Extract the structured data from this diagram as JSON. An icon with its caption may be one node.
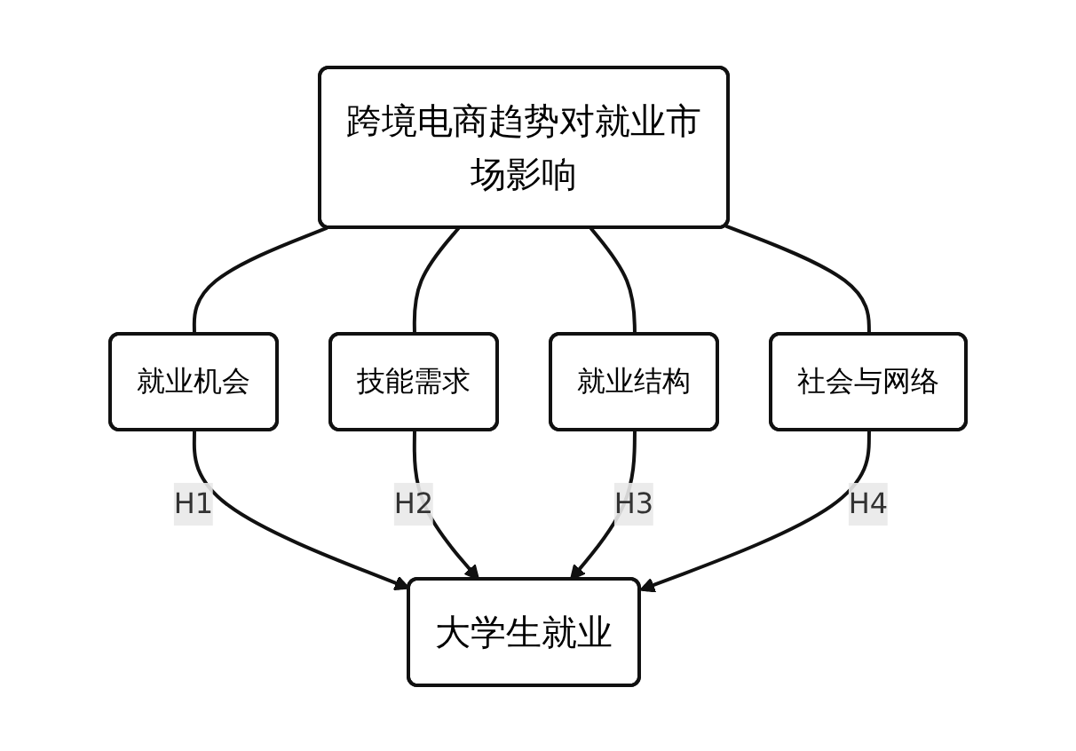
{
  "diagram": {
    "nodes": [
      {
        "text": [
          "跨境电商趋势对就业市场影响"
        ]
      },
      {
        "text": [
          "就业机会"
        ]
      },
      {
        "text": [
          "技能需求"
        ]
      },
      {
        "text": [
          "就业结构"
        ]
      },
      {
        "text": [
          "社会与网络"
        ]
      },
      {
        "text": [
          "大学生就业"
        ]
      }
    ],
    "edges": [
      {
        "from": 0,
        "to": 1,
        "arrow": "none"
      },
      {
        "from": 0,
        "to": 2,
        "arrow": "none"
      },
      {
        "from": 0,
        "to": 3,
        "arrow": "none"
      },
      {
        "from": 0,
        "to": 4,
        "arrow": "none"
      },
      {
        "from": 1,
        "to": 5,
        "arrow": "to",
        "label": "H1"
      },
      {
        "from": 2,
        "to": 5,
        "arrow": "to",
        "label": "H2"
      },
      {
        "from": 3,
        "to": 5,
        "arrow": "to",
        "label": "H3"
      },
      {
        "from": 4,
        "to": 5,
        "arrow": "to",
        "label": "H4"
      }
    ]
  }
}
